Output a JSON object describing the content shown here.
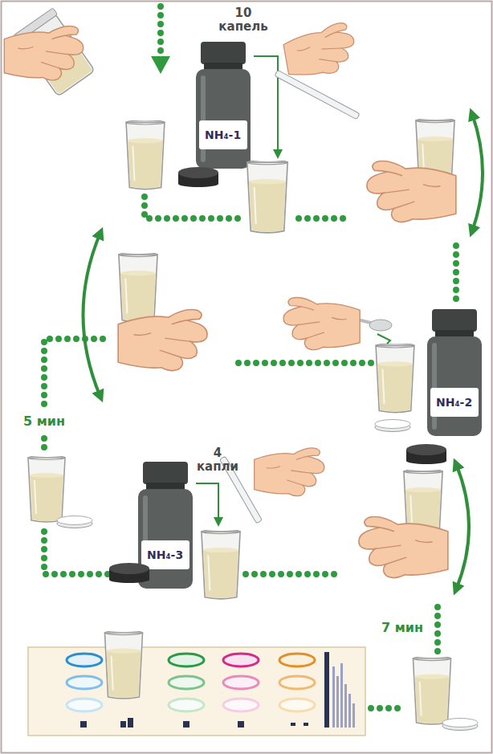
{
  "diagram": {
    "nodes": [
      {
        "text": [
          "NH₄-1"
        ]
      },
      {
        "text": [
          "NH₄-2"
        ]
      },
      {
        "text": [
          "NH₄-3"
        ]
      }
    ],
    "labels": [
      "10 капель",
      "5 мин",
      "4 капли",
      "7 мин"
    ]
  }
}
